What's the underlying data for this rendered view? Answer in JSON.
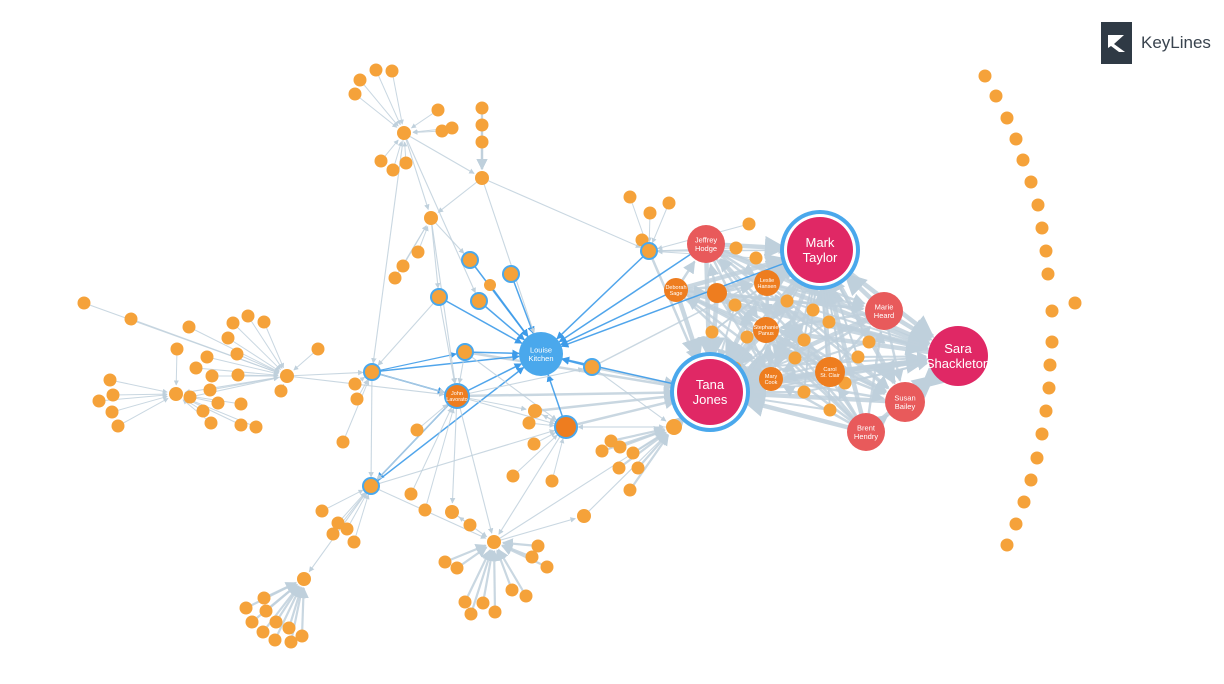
{
  "branding": {
    "name": "KeyLines",
    "icon": "keylines-logo-icon"
  },
  "colors": {
    "background": "#ffffff",
    "edge": "#bfd0dc",
    "edge_highlight": "#3d9be9",
    "node_orange": "#f5a23a",
    "node_orange_dark": "#ee7d1f",
    "node_blue": "#4aa8ec",
    "node_red": "#e85a5b",
    "node_pink": "#e02865",
    "halo_blue": "#4aa8ec"
  },
  "named_nodes": [
    {
      "id": "mark",
      "label": [
        "Mark",
        "Taylor"
      ]
    },
    {
      "id": "tana",
      "label": [
        "Tana",
        "Jones"
      ]
    },
    {
      "id": "sara",
      "label": [
        "Sara",
        "Shackleton"
      ]
    },
    {
      "id": "marie",
      "label": [
        "Marie",
        "Heard"
      ]
    },
    {
      "id": "susan",
      "label": [
        "Susan",
        "Bailey"
      ]
    },
    {
      "id": "brent",
      "label": [
        "Brent",
        "Hendry"
      ]
    },
    {
      "id": "jeffrey",
      "label": [
        "Jeffrey",
        "Hodge"
      ]
    },
    {
      "id": "leslie",
      "label": [
        "Leslie",
        "Hansen"
      ]
    },
    {
      "id": "stephanie",
      "label": [
        "Stephanie",
        "Panus"
      ]
    },
    {
      "id": "mary",
      "label": [
        "Mary",
        "Cook"
      ]
    },
    {
      "id": "carol",
      "label": [
        "Carol",
        "St. Clair"
      ]
    },
    {
      "id": "dsage",
      "label": [
        "Deborah",
        "Sage"
      ]
    },
    {
      "id": "louise",
      "label": [
        "Louise",
        "Kitchen"
      ]
    },
    {
      "id": "jlavorato",
      "label": [
        "John",
        "Lavorato"
      ]
    }
  ]
}
